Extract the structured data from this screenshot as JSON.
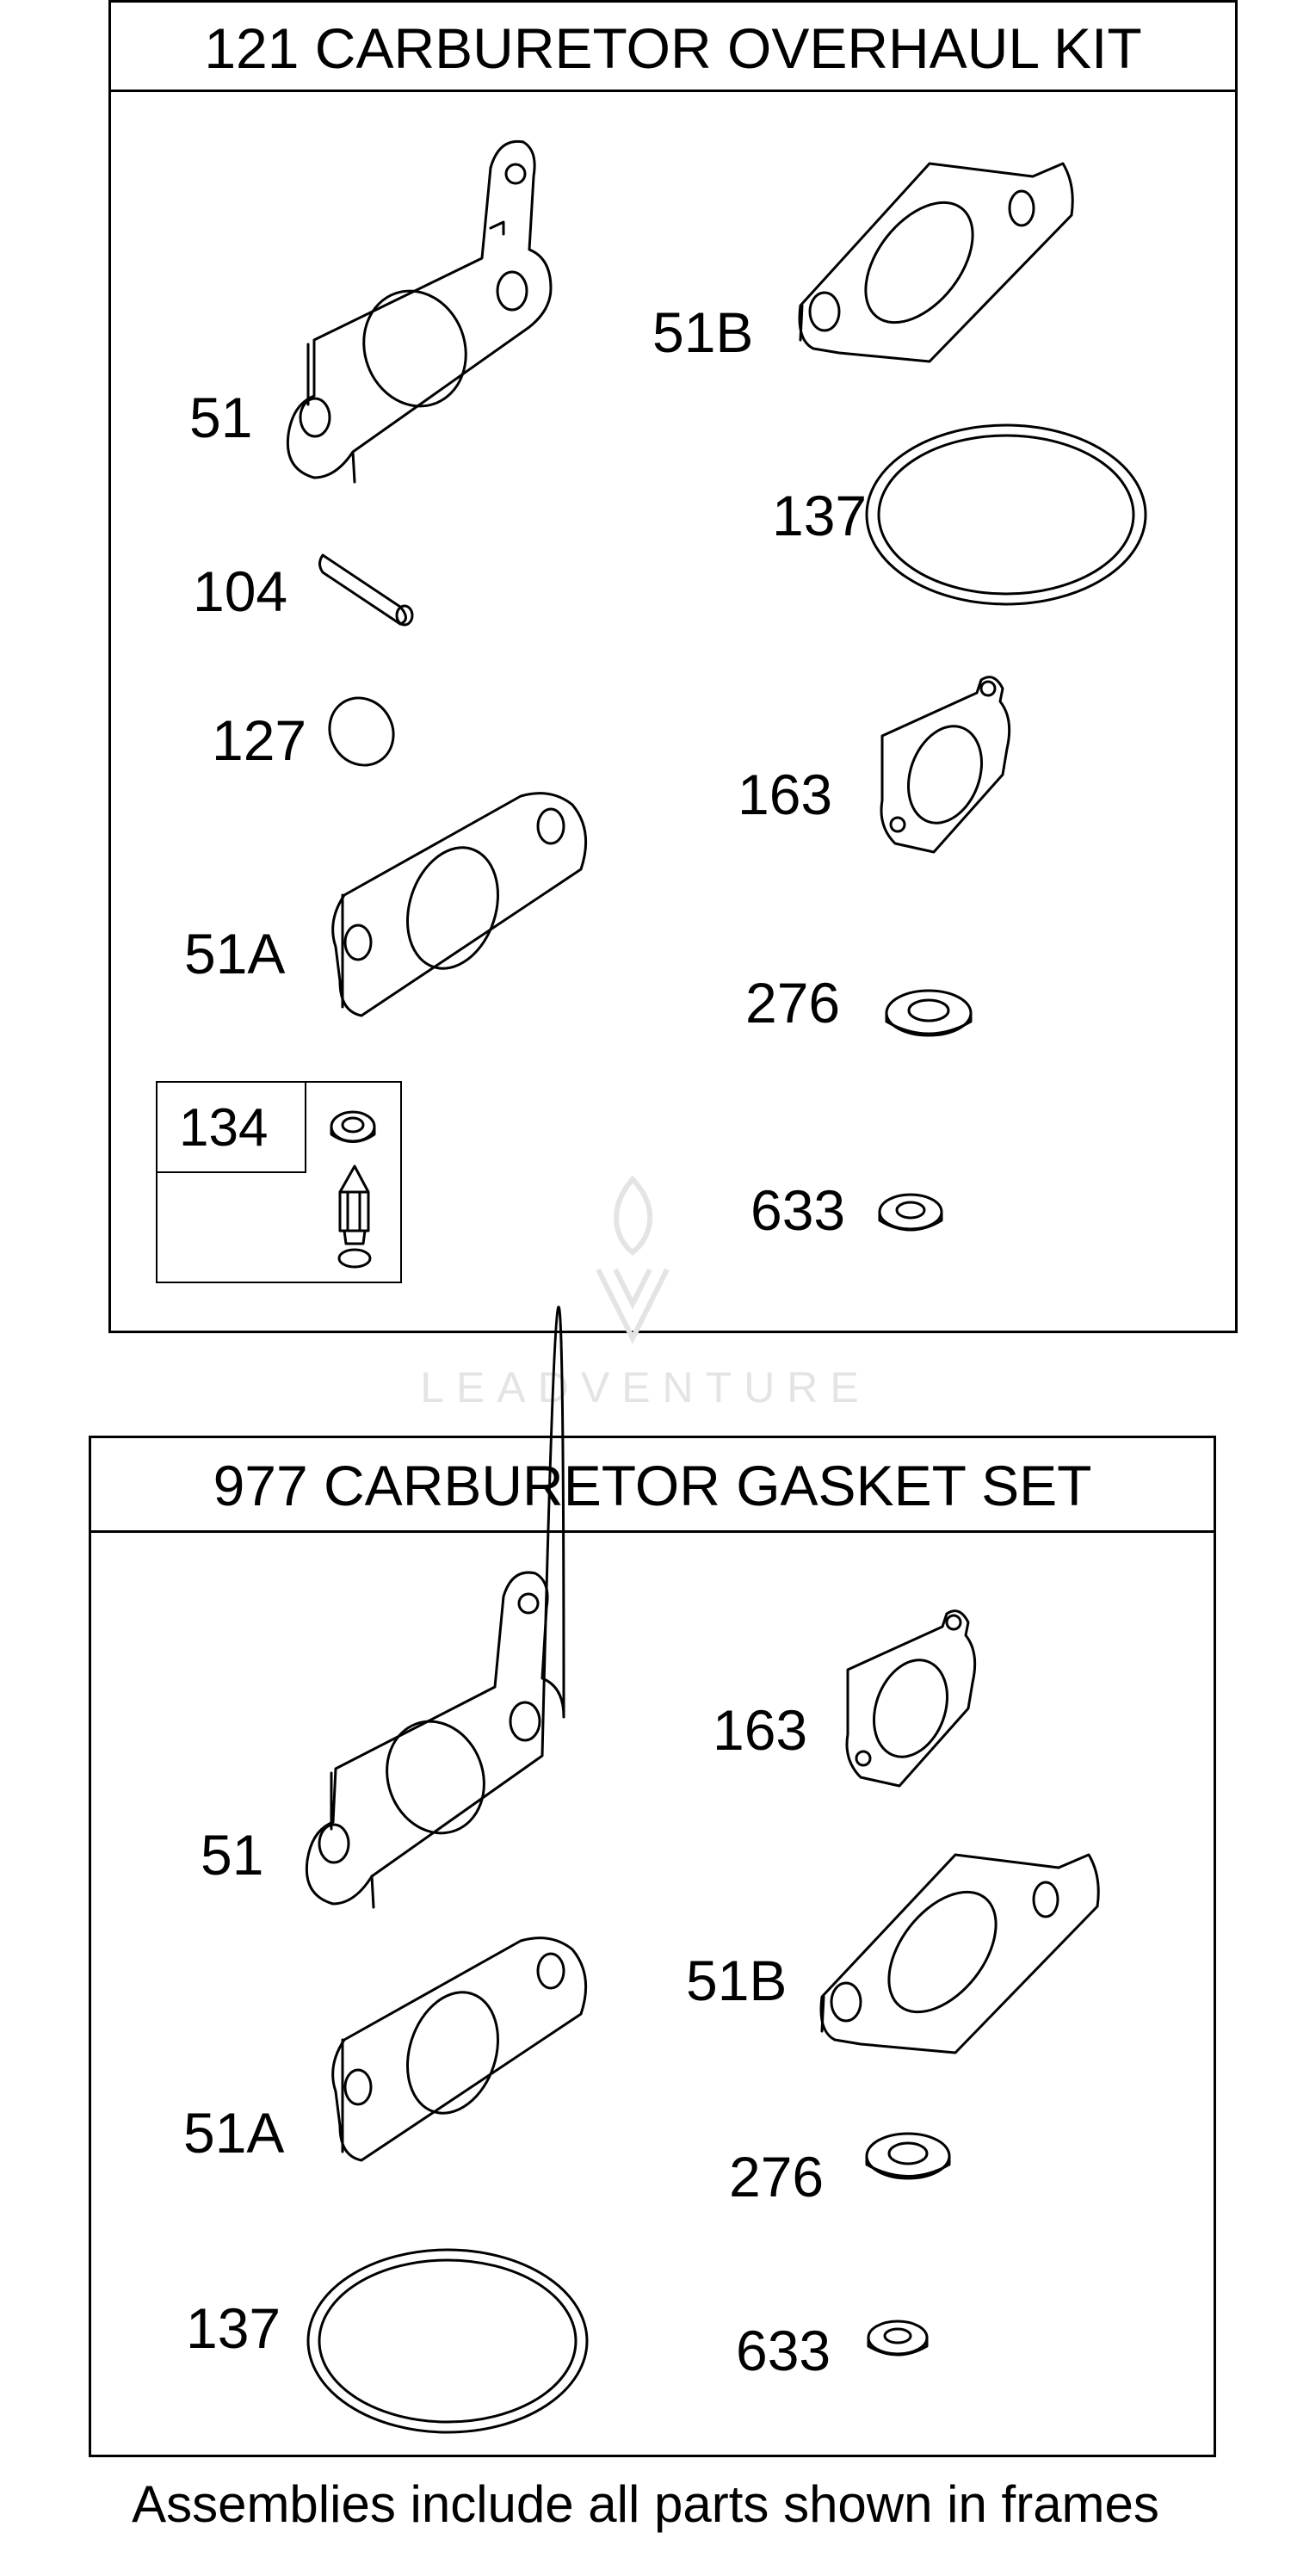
{
  "kits": [
    {
      "title": "121 CARBURETOR OVERHAUL KIT",
      "parts": {
        "p51": "51",
        "p51b": "51B",
        "p137": "137",
        "p104": "104",
        "p127": "127",
        "p163": "163",
        "p51a": "51A",
        "p276": "276",
        "p134": "134",
        "p633": "633"
      }
    },
    {
      "title": "977 CARBURETOR GASKET SET",
      "parts": {
        "p51": "51",
        "p163": "163",
        "p51b": "51B",
        "p51a": "51A",
        "p276": "276",
        "p137": "137",
        "p633": "633"
      }
    }
  ],
  "watermark": {
    "brand": "LEADVENTURE"
  },
  "footer": {
    "note": "Assemblies include all parts shown in frames"
  },
  "colors": {
    "line": "#000000",
    "background": "#ffffff",
    "watermark": "#e4e4e4"
  }
}
